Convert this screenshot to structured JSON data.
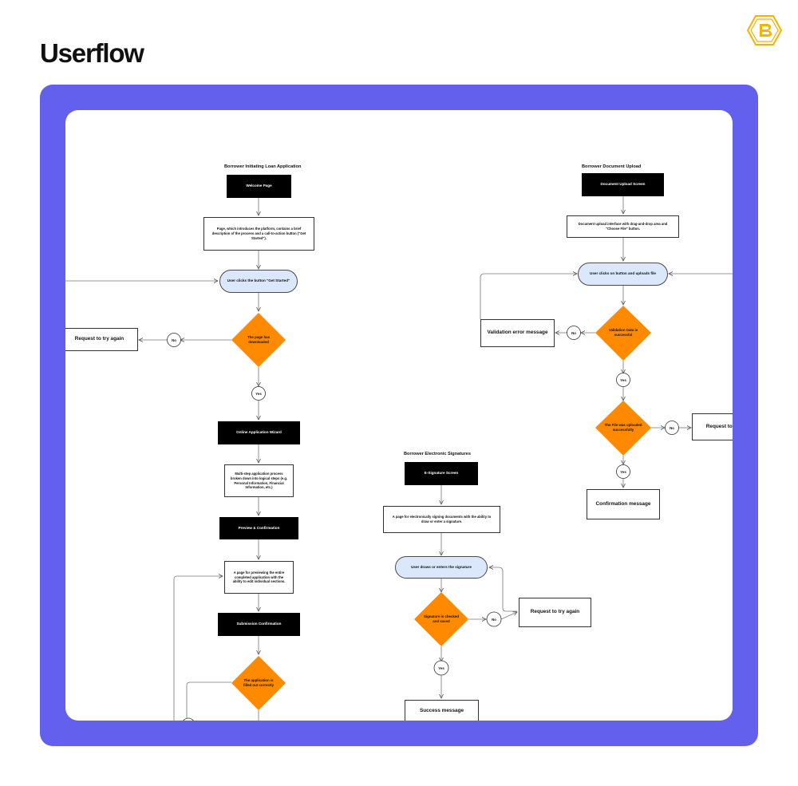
{
  "page_title": "Userflow",
  "logo": {
    "icon": "b-hexagon-logo-icon",
    "color": "#f3b300"
  },
  "colors": {
    "frame": "#6360ed",
    "decision": "#ff8a00",
    "pill": "#dbe7fb"
  },
  "flow1": {
    "title": "Borrower Initiating Loan Application",
    "welcome": "Welcome Page",
    "intro": "Page, which introduces the platform, contains a brief description of the process and a call-to-action button (\"Get Started\").",
    "click": "User clicks the button \"Get Started\"",
    "decision1": "The page has downloaded",
    "no": "No",
    "retry": "Request to try again",
    "yes": "Yes",
    "wizard": "Online Application Wizard",
    "multistep": "Multi-step application process broken down into logical steps (e.g. Personal Information, Financial Information, etc.)",
    "preview": "Preview & Confirmation",
    "preview_desc": "A page for previewing the entire completed application with the ability to edit individual sections.",
    "submission": "Submission Confirmation",
    "decision2": "The application is filled out correctly"
  },
  "flow2": {
    "title": "Borrower Document Upload",
    "screen": "Document Upload Screen",
    "desc": "Document upload interface with drag-and-drop area and \"Choose File\" button.",
    "click": "User clicks on button and uploads file",
    "validation_error": "Validation error message",
    "no": "No",
    "decision1": "Validation Data is successful",
    "yes": "Yes",
    "decision2": "The File was uploaded successfully",
    "no2": "No",
    "retry": "Request to try again",
    "yes2": "Yes",
    "confirmation": "Confirmation message"
  },
  "flow3": {
    "title": "Borrower Electronic Signatures",
    "screen": "E-Signature Screen",
    "desc": "A page for electronically signing documents with the ability to draw or enter a signature.",
    "draws": "User draws or enters the signature",
    "decision": "Signature is checked and saved",
    "no": "No",
    "retry": "Request to try again",
    "yes": "Yes",
    "success": "Success message"
  }
}
